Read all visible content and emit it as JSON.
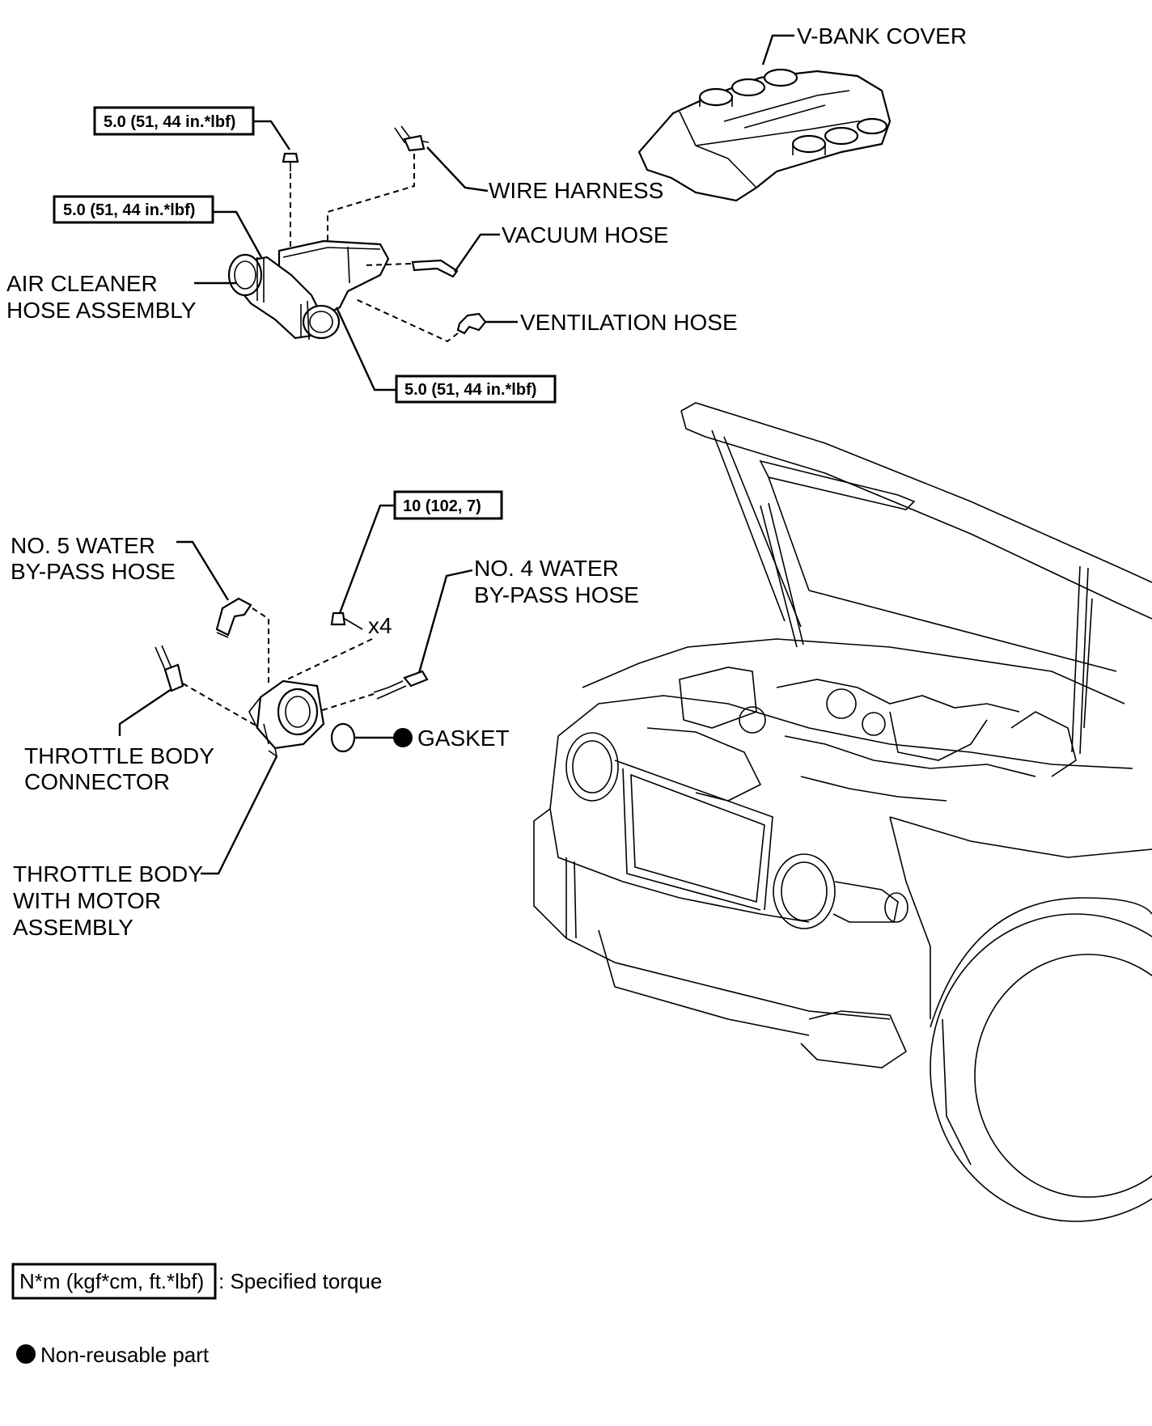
{
  "labels": {
    "v_bank_cover": "V-BANK COVER",
    "wire_harness": "WIRE HARNESS",
    "vacuum_hose": "VACUUM HOSE",
    "air_cleaner_line1": "AIR CLEANER",
    "air_cleaner_line2": "HOSE ASSEMBLY",
    "ventilation_hose": "VENTILATION HOSE",
    "no5_line1": "NO. 5 WATER",
    "no5_line2": "BY-PASS HOSE",
    "no4_line1": "NO. 4 WATER",
    "no4_line2": "BY-PASS HOSE",
    "x4": "x4",
    "gasket": "GASKET",
    "tb_connector_line1": "THROTTLE BODY",
    "tb_connector_line2": "CONNECTOR",
    "tb_motor_line1": "THROTTLE BODY",
    "tb_motor_line2": "WITH MOTOR",
    "tb_motor_line3": "ASSEMBLY"
  },
  "torques": {
    "bolt_top": "5.0 (51, 44 in.*lbf)",
    "clamp_left": "5.0 (51, 44 in.*lbf)",
    "clamp_right": "5.0 (51, 44 in.*lbf)",
    "throttle_bolts": "10 (102, 7)"
  },
  "legend": {
    "torque_unit": "N*m (kgf*cm, ft.*lbf)",
    "torque_desc": ": Specified torque",
    "nonreusable_desc": "Non-reusable part"
  },
  "colors": {
    "ink": "#000000",
    "paper": "#ffffff"
  }
}
